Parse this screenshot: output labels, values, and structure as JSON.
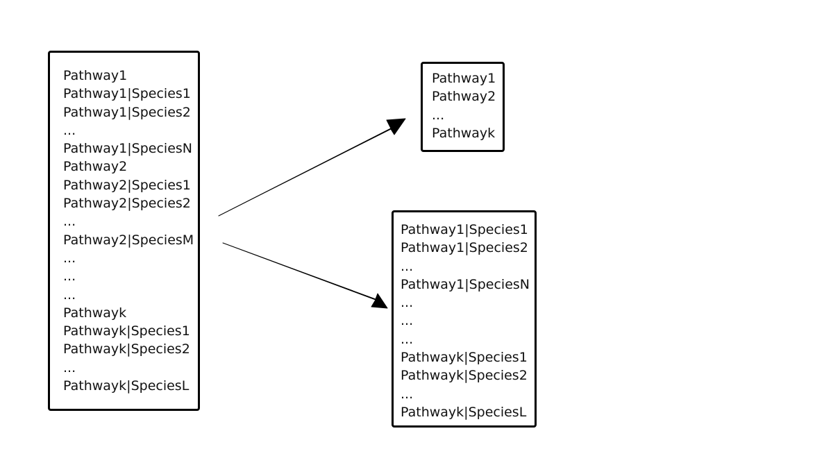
{
  "source_box": {
    "lines": [
      "Pathway1",
      "Pathway1|Species1",
      "Pathway1|Species2",
      "...",
      "Pathway1|SpeciesN",
      "Pathway2",
      "Pathway2|Species1",
      "Pathway2|Species2",
      "...",
      "Pathway2|SpeciesM",
      "...",
      "...",
      "...",
      "Pathwayk",
      "Pathwayk|Species1",
      "Pathwayk|Species2",
      "...",
      "Pathwayk|SpeciesL"
    ]
  },
  "pathway_box": {
    "lines": [
      "Pathway1",
      "Pathway2",
      "...",
      "Pathwayk"
    ]
  },
  "species_box": {
    "lines": [
      "Pathway1|Species1",
      "Pathway1|Species2",
      "...",
      "Pathway1|SpeciesN",
      "...",
      "...",
      "...",
      "Pathwayk|Species1",
      "Pathwayk|Species2",
      "...",
      "Pathwayk|SpeciesL"
    ]
  },
  "colors": {
    "border": "#000000",
    "text": "#111111",
    "arrow": "#000000",
    "background": "#ffffff"
  }
}
